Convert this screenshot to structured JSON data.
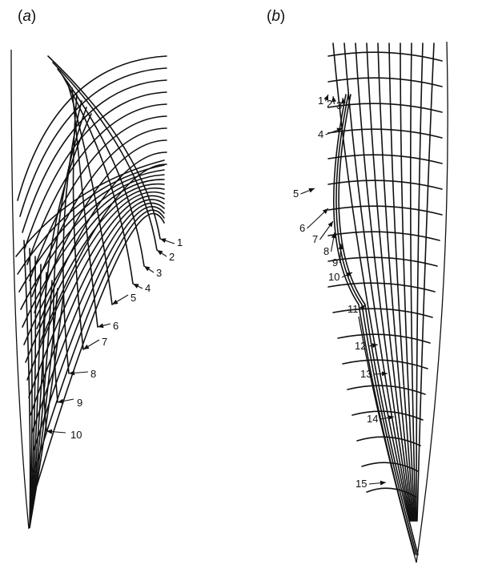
{
  "panels": [
    {
      "id": "a",
      "label": "a",
      "callouts": [
        "1",
        "2",
        "3",
        "4",
        "5",
        "6",
        "7",
        "8",
        "9",
        "10"
      ]
    },
    {
      "id": "b",
      "label": "b",
      "callouts": [
        "1",
        "2",
        "3",
        "4",
        "5",
        "6",
        "7",
        "8",
        "9",
        "10",
        "11",
        "12",
        "13",
        "14",
        "15"
      ]
    }
  ]
}
